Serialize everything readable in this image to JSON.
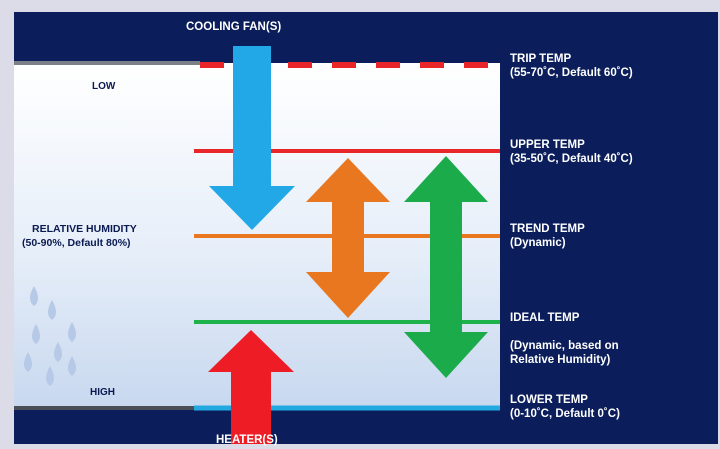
{
  "diagram": {
    "top_label": "COOLING FAN(S)",
    "bottom_label": "HEATER(S)",
    "humidity": {
      "low": "LOW",
      "title": "RELATIVE HUMIDITY",
      "range": "(50-90%, Default 80%)",
      "high": "HIGH"
    },
    "levels": [
      {
        "id": "trip",
        "name": "TRIP TEMP",
        "detail": "(55-70˚C, Default 60˚C)",
        "color": "#e8262a",
        "style": "dashed"
      },
      {
        "id": "upper",
        "name": "UPPER TEMP",
        "detail": "(35-50˚C, Default 40˚C)",
        "color": "#e8262a",
        "style": "solid"
      },
      {
        "id": "trend",
        "name": "TREND TEMP",
        "detail": "(Dynamic)",
        "color": "#e9771f",
        "style": "solid"
      },
      {
        "id": "ideal",
        "name": "IDEAL TEMP",
        "detail": "(Dynamic, based on\nRelative Humidity)",
        "color": "#1db34a",
        "style": "solid"
      },
      {
        "id": "lower",
        "name": "LOWER TEMP",
        "detail": "(0-10˚C, Default 0˚C)",
        "color": "#23a9e1",
        "style": "solid"
      }
    ],
    "colors": {
      "background_navy": "#0b1e5b",
      "frame": "#dcdbe8",
      "cooling_arrow": "#22a8e6",
      "heater_arrow": "#ee1c24",
      "trend_arrow": "#e9771f",
      "ideal_arrow": "#1cab4a",
      "drops": "#b6c9e6"
    }
  }
}
